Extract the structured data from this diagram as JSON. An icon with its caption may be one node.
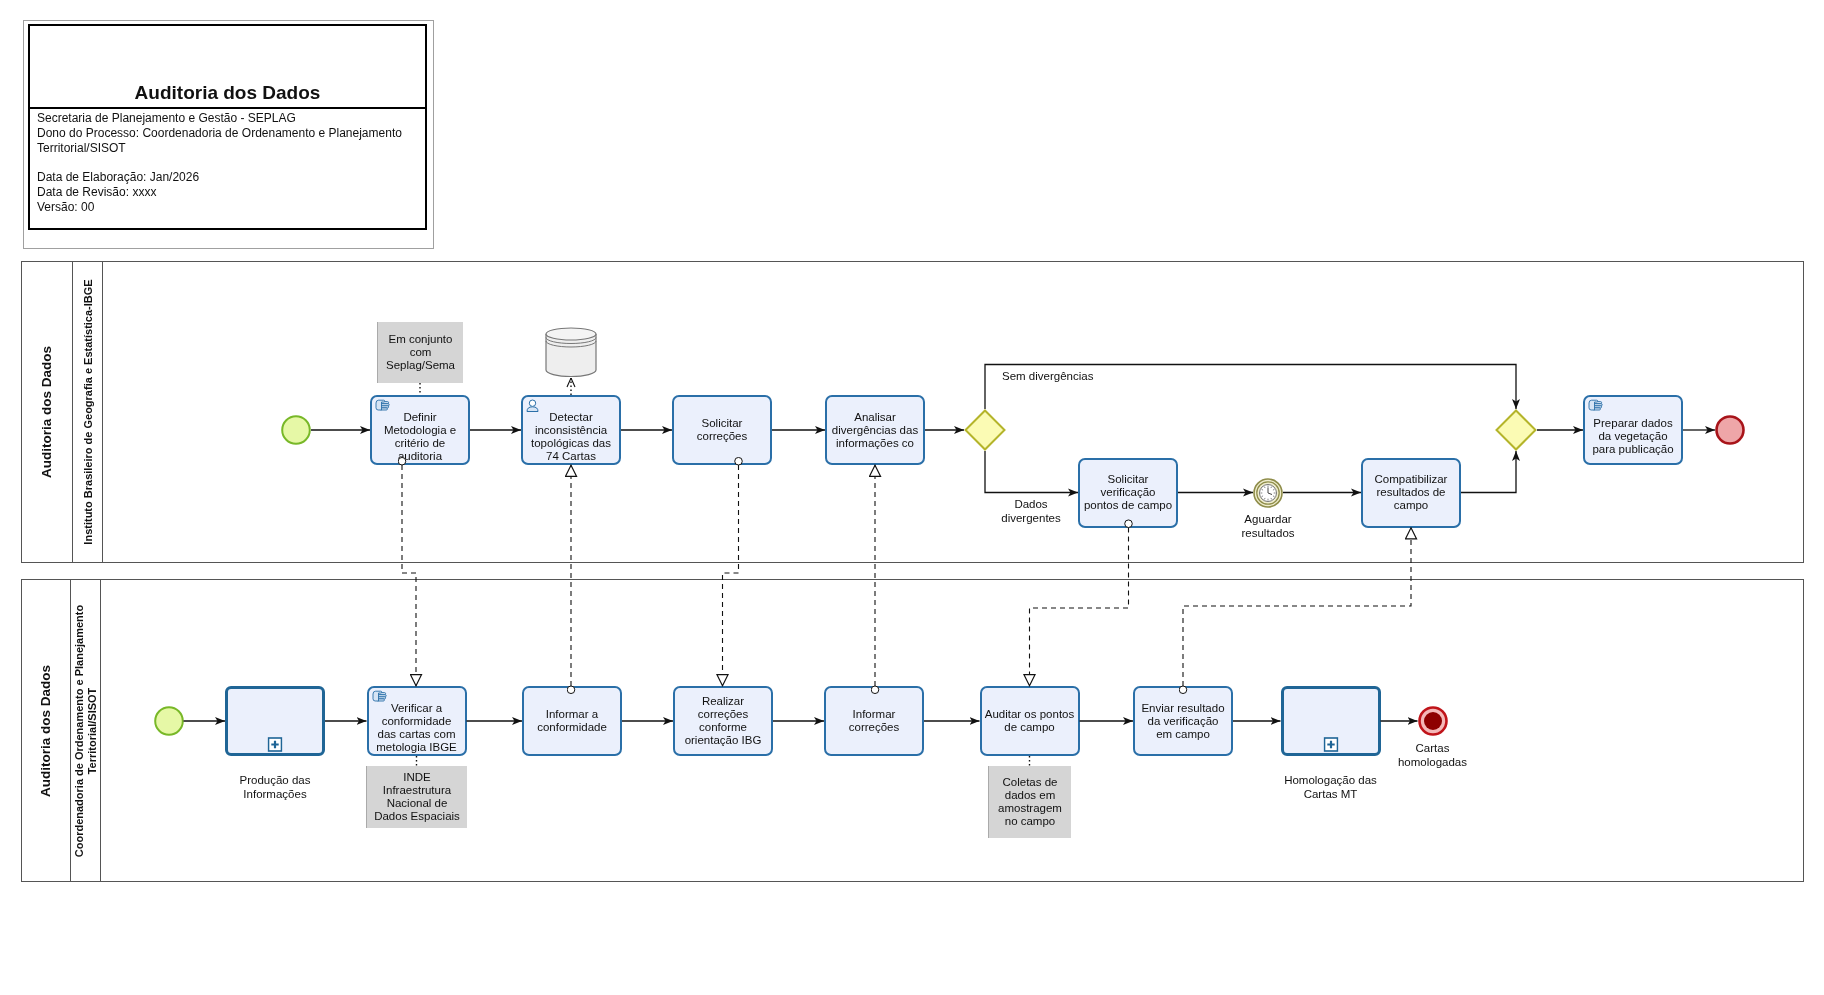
{
  "diagram": {
    "title": "Auditoria dos Dados",
    "nodes": [
      {
        "text": [
          "Auditoria dos Dados"
        ]
      },
      {
        "text": [
          "Instituto Brasileiro de Geografia e Estatística-IBGE"
        ],
        "in": 0
      },
      {
        "text": [],
        "shape": "circle",
        "in": 1
      },
      {
        "text": [
          "Definir Metodologia e critério de auditoria"
        ],
        "in": 1
      },
      {
        "text": [
          "Em conjunto com Seplag/Sema"
        ],
        "in": 1
      },
      {
        "text": [
          "Detectar inconsistência topológicas das 74 Cartas"
        ],
        "in": 1
      },
      {
        "text": [],
        "shape": "cylinder",
        "in": 1
      },
      {
        "text": [
          "Solicitar correções"
        ],
        "in": 1
      },
      {
        "text": [
          "Analisar divergências das informações co"
        ],
        "in": 1
      },
      {
        "text": [],
        "shape": "diamond",
        "in": 1
      },
      {
        "text": [
          "Solicitar verificação pontos de campo"
        ],
        "in": 1
      },
      {
        "text": [],
        "shape": "circle",
        "beside": [
          "Aguardar resultados"
        ],
        "in": 1
      },
      {
        "text": [
          "Compatibilizar resultados de campo"
        ],
        "in": 1
      },
      {
        "text": [],
        "shape": "diamond",
        "in": 1
      },
      {
        "text": [
          "Preparar dados da vegetação para publicação"
        ],
        "in": 1
      },
      {
        "text": [],
        "shape": "circle",
        "in": 1
      },
      {
        "text": [
          "Auditoria dos Dados"
        ]
      },
      {
        "text": [
          "Coordenadoria de Ordenamento e Planejamento Territorial/SISOT"
        ],
        "in": 16
      },
      {
        "text": [],
        "shape": "circle",
        "in": 17
      },
      {
        "text": [],
        "shape": "box",
        "beside": [
          "Produção das Informações"
        ],
        "in": 17
      },
      {
        "text": [
          "Verificar a conformidade das cartas com metologia IBGE"
        ],
        "in": 17
      },
      {
        "text": [
          "INDE Infraestrutura Nacional de Dados Espaciais"
        ],
        "in": 17
      },
      {
        "text": [
          "Informar a conformidade"
        ],
        "in": 17
      },
      {
        "text": [
          "Realizar correções conforme orientação IBG"
        ],
        "in": 17
      },
      {
        "text": [
          "Informar correções"
        ],
        "in": 17
      },
      {
        "text": [
          "Auditar os pontos de campo"
        ],
        "in": 17
      },
      {
        "text": [
          "Coletas de dados em amostragem no campo"
        ],
        "in": 17
      },
      {
        "text": [
          "Enviar resultado da verificação em campo"
        ],
        "in": 17
      },
      {
        "text": [],
        "shape": "box",
        "beside": [
          "Homologação das Cartas MT"
        ],
        "in": 17
      },
      {
        "text": [],
        "shape": "circle",
        "beside": [
          "Cartas homologadas"
        ],
        "in": 17
      }
    ],
    "edges": [
      {
        "from": 2,
        "to": 3,
        "arrow": "to"
      },
      {
        "from": 3,
        "to": 5,
        "arrow": "to"
      },
      {
        "from": 5,
        "to": 7,
        "arrow": "to"
      },
      {
        "from": 7,
        "to": 8,
        "arrow": "to"
      },
      {
        "from": 8,
        "to": 9,
        "arrow": "to"
      },
      {
        "from": 9,
        "to": 13,
        "arrow": "to",
        "label": "Sem divergências"
      },
      {
        "from": 9,
        "to": 10,
        "arrow": "to",
        "label": "Dados divergentes"
      },
      {
        "from": 10,
        "to": 11,
        "arrow": "to"
      },
      {
        "from": 11,
        "to": 12,
        "arrow": "to"
      },
      {
        "from": 12,
        "to": 13,
        "arrow": "to"
      },
      {
        "from": 13,
        "to": 14,
        "arrow": "to"
      },
      {
        "from": 14,
        "to": 15,
        "arrow": "to"
      },
      {
        "from": 4,
        "to": 3,
        "arrow": "none",
        "style": "dashed"
      },
      {
        "from": 5,
        "to": 6,
        "arrow": "to",
        "style": "dashed"
      },
      {
        "from": 18,
        "to": 19,
        "arrow": "to"
      },
      {
        "from": 19,
        "to": 20,
        "arrow": "to"
      },
      {
        "from": 20,
        "to": 22,
        "arrow": "to"
      },
      {
        "from": 22,
        "to": 23,
        "arrow": "to"
      },
      {
        "from": 23,
        "to": 24,
        "arrow": "to"
      },
      {
        "from": 24,
        "to": 25,
        "arrow": "to"
      },
      {
        "from": 25,
        "to": 27,
        "arrow": "to"
      },
      {
        "from": 27,
        "to": 28,
        "arrow": "to"
      },
      {
        "from": 28,
        "to": 29,
        "arrow": "to"
      },
      {
        "from": 20,
        "to": 21,
        "arrow": "none",
        "style": "dashed"
      },
      {
        "from": 25,
        "to": 26,
        "arrow": "none",
        "style": "dashed"
      },
      {
        "from": 3,
        "to": 20,
        "arrow": "to",
        "style": "dashed"
      },
      {
        "from": 22,
        "to": 5,
        "arrow": "to",
        "style": "dashed"
      },
      {
        "from": 7,
        "to": 23,
        "arrow": "to",
        "style": "dashed"
      },
      {
        "from": 24,
        "to": 8,
        "arrow": "to",
        "style": "dashed"
      },
      {
        "from": 10,
        "to": 25,
        "arrow": "to",
        "style": "dashed"
      },
      {
        "from": 27,
        "to": 12,
        "arrow": "to",
        "style": "dashed"
      }
    ],
    "labels": [
      "Secretaria de Planejamento e Gestão - SEPLAG",
      "Dono do Processo: Coordenadoria de Ordenamento e Planejamento Territorial/SISOT",
      "Data de Elaboração: Jan/2026",
      "Data de Revisão: xxxx",
      "Versão: 00"
    ]
  }
}
